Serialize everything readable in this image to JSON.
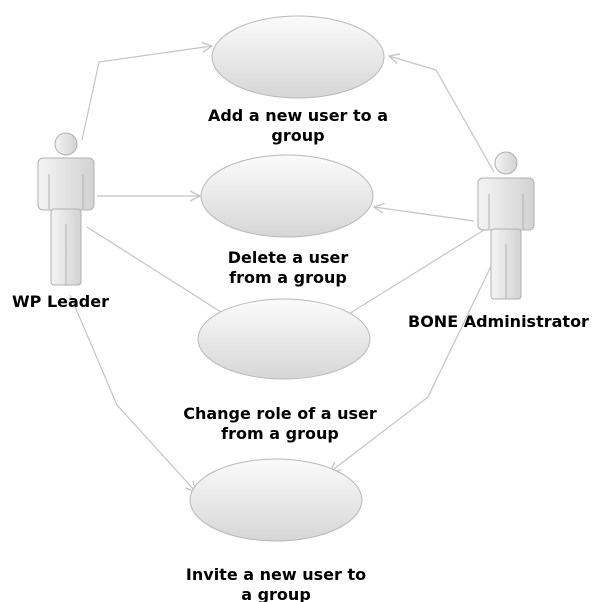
{
  "actors": [
    {
      "id": "wp-leader",
      "label": "WP Leader"
    },
    {
      "id": "bone-admin",
      "label": "BONE Administrator"
    }
  ],
  "use_cases": [
    {
      "id": "add-user",
      "line1": "Add a new user to a",
      "line2": "group"
    },
    {
      "id": "delete-user",
      "line1": "Delete a user",
      "line2": "from a group"
    },
    {
      "id": "change-role",
      "line1": "Change role of a user",
      "line2": "from a group"
    },
    {
      "id": "invite-user",
      "line1": "Invite a new user to",
      "line2": "a group"
    }
  ],
  "associations": [
    {
      "from": "wp-leader",
      "to": "add-user"
    },
    {
      "from": "wp-leader",
      "to": "delete-user"
    },
    {
      "from": "wp-leader",
      "to": "change-role"
    },
    {
      "from": "wp-leader",
      "to": "invite-user"
    },
    {
      "from": "bone-admin",
      "to": "add-user"
    },
    {
      "from": "bone-admin",
      "to": "delete-user"
    },
    {
      "from": "bone-admin",
      "to": "change-role"
    },
    {
      "from": "bone-admin",
      "to": "invite-user"
    }
  ],
  "colors": {
    "line": "#c4c4c4",
    "ellipse_fill_light": "#f7f7f7",
    "ellipse_fill_dark": "#d6d6d6",
    "ellipse_stroke": "#b8b8b8",
    "actor_fill": "#e4e4e4",
    "actor_stroke": "#b0b0b0"
  }
}
